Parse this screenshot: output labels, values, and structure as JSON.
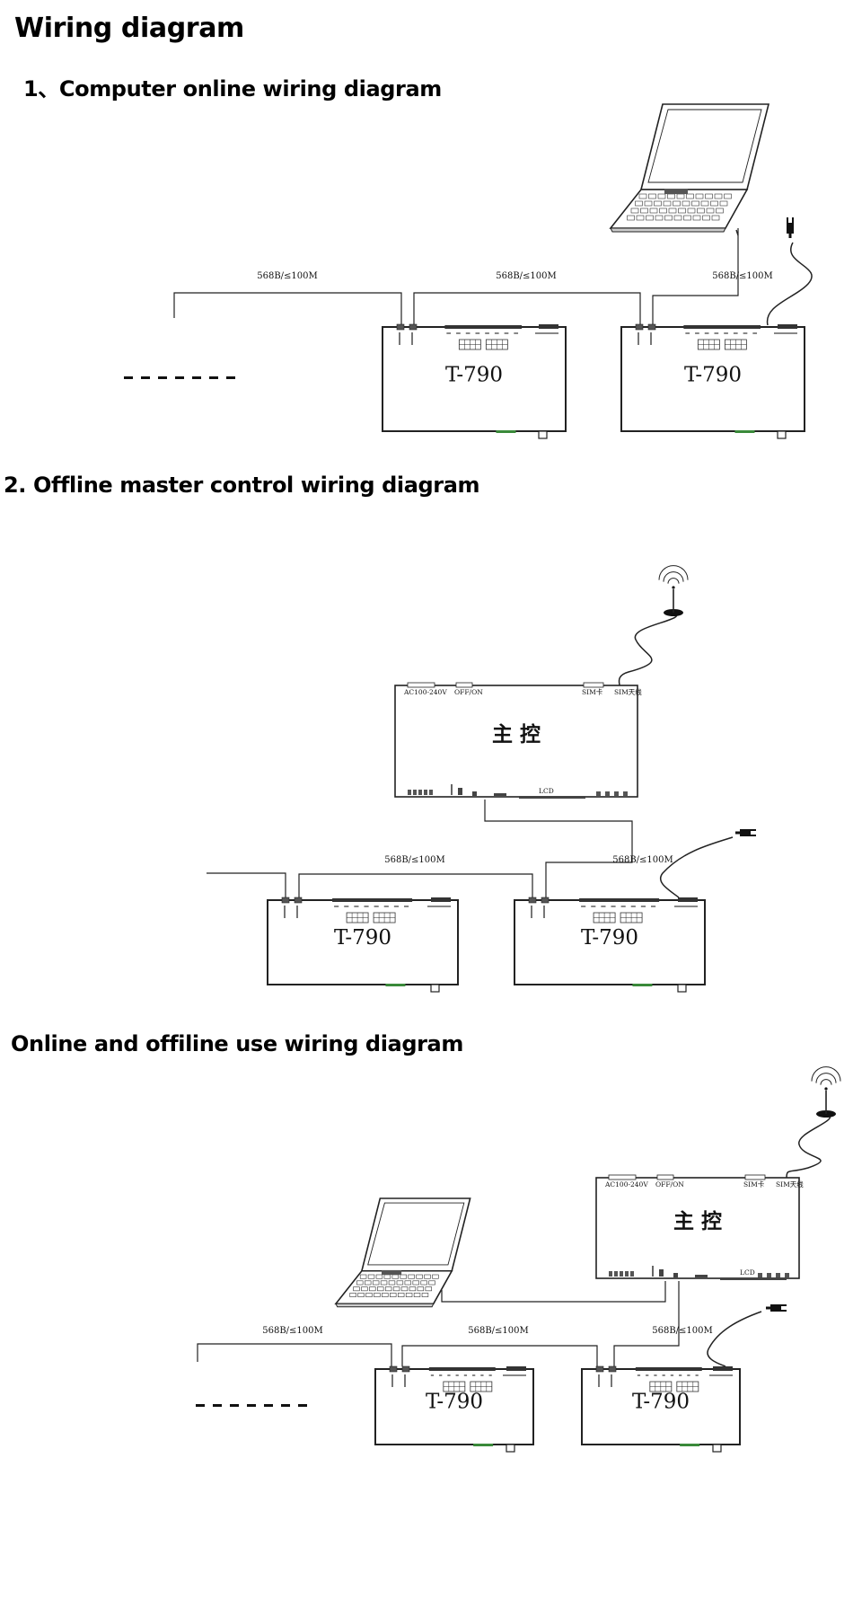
{
  "title": "Wiring diagram",
  "sections": [
    {
      "title": "1、Computer online wiring diagram",
      "cable_labels": [
        "568B/≤100M",
        "568B/≤100M",
        "568B/≤100M"
      ],
      "devices": [
        "T-790",
        "T-790"
      ]
    },
    {
      "title": "2. Offline master control wiring diagram",
      "master": {
        "label": "主 控",
        "ports": [
          "AC100-240V",
          "OFF/ON",
          "SIM卡",
          "SIM天线",
          "LCD"
        ]
      },
      "cable_labels": [
        "568B/≤100M",
        "568B/≤100M"
      ],
      "devices": [
        "T-790",
        "T-790"
      ]
    },
    {
      "title": "Online and offiline use wiring diagram",
      "master": {
        "label": "主 控",
        "ports": [
          "AC100-240V",
          "OFF/ON",
          "SIM卡",
          "SIM天线",
          "LCD"
        ]
      },
      "cable_labels": [
        "568B/≤100M",
        "568B/≤100M",
        "568B/≤100M"
      ],
      "devices": [
        "T-790",
        "T-790"
      ]
    }
  ]
}
